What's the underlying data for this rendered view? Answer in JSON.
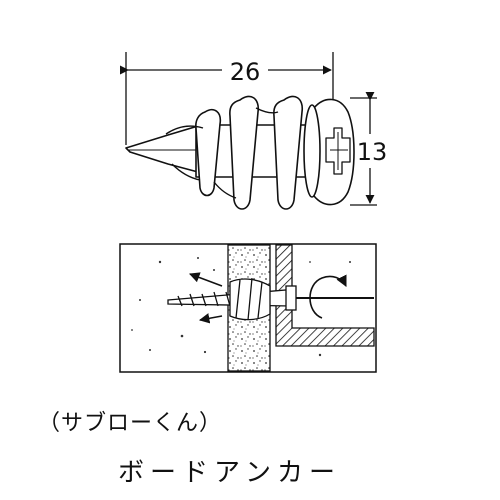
{
  "dimensions": {
    "length": "26",
    "height": "13"
  },
  "caption": {
    "subtitle": "（サブローくん）",
    "title": "ボードアンカー"
  }
}
